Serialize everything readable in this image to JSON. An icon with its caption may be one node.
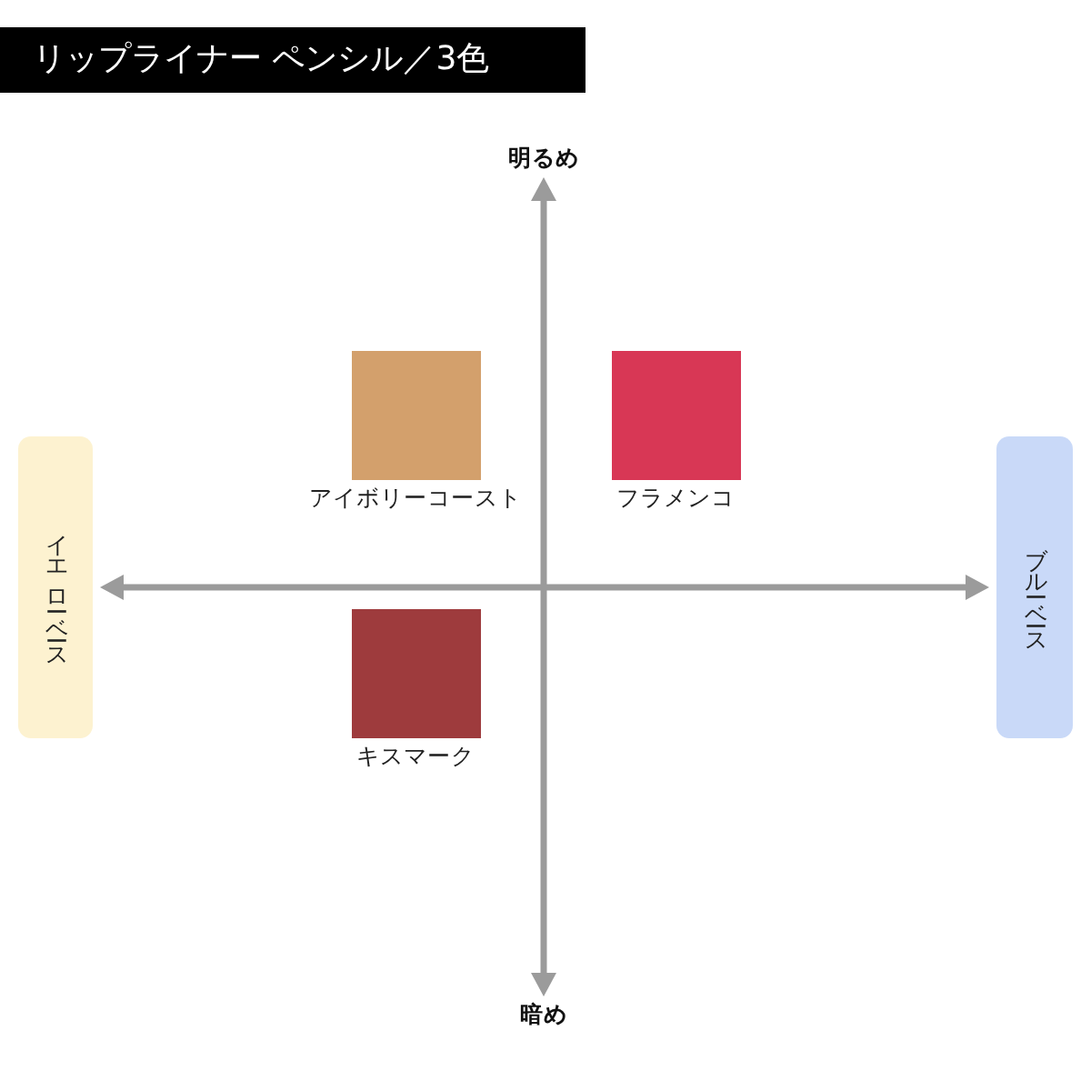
{
  "diagram": {
    "title": "リップライナー ペンシル／3色",
    "nodes": [
      {
        "text": [
          "明るめ"
        ]
      },
      {
        "text": [
          "アイボリーコースト"
        ]
      },
      {
        "text": [
          "フラメンコ"
        ]
      },
      {
        "text": [
          "イエローベース"
        ]
      },
      {
        "text": [
          "ブルーベース"
        ]
      },
      {
        "text": [
          "キスマーク"
        ]
      },
      {
        "text": [
          "暗め"
        ]
      }
    ],
    "edges": [
      {
        "from": 3,
        "to": 4,
        "arrow": "both"
      },
      {
        "from": 6,
        "to": 0,
        "arrow": "both"
      }
    ]
  }
}
